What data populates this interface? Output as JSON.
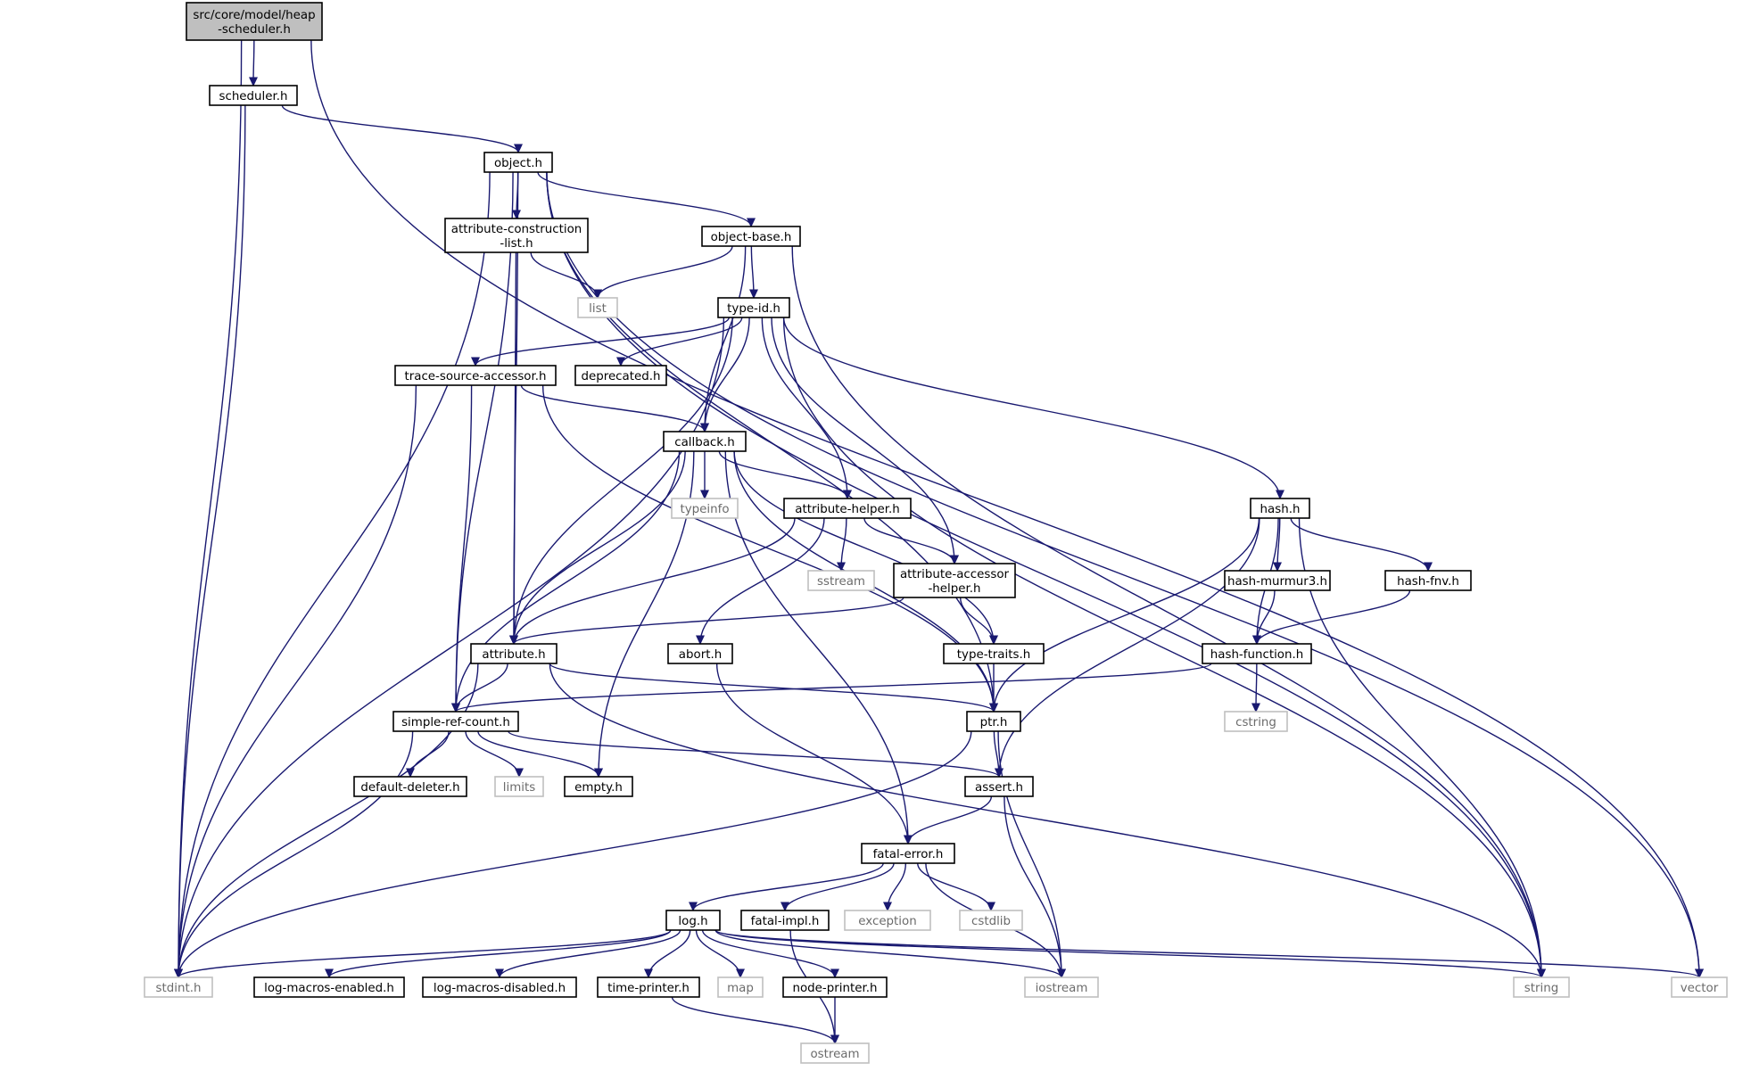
{
  "title": "src/core/model/heap-scheduler.h",
  "nodes": [
    {
      "id": "heap",
      "lines": [
        "src/core/model/heap",
        "-scheduler.h"
      ],
      "kind": "root"
    },
    {
      "id": "scheduler",
      "lines": [
        "scheduler.h"
      ],
      "kind": "normal"
    },
    {
      "id": "object",
      "lines": [
        "object.h"
      ],
      "kind": "normal"
    },
    {
      "id": "acl",
      "lines": [
        "attribute-construction",
        "-list.h"
      ],
      "kind": "normal"
    },
    {
      "id": "objectbase",
      "lines": [
        "object-base.h"
      ],
      "kind": "normal"
    },
    {
      "id": "list",
      "lines": [
        "list"
      ],
      "kind": "system"
    },
    {
      "id": "typeid",
      "lines": [
        "type-id.h"
      ],
      "kind": "normal"
    },
    {
      "id": "tsa",
      "lines": [
        "trace-source-accessor.h"
      ],
      "kind": "normal"
    },
    {
      "id": "deprecated",
      "lines": [
        "deprecated.h"
      ],
      "kind": "normal"
    },
    {
      "id": "callback",
      "lines": [
        "callback.h"
      ],
      "kind": "normal"
    },
    {
      "id": "typeinfo",
      "lines": [
        "typeinfo"
      ],
      "kind": "system"
    },
    {
      "id": "attrhelper",
      "lines": [
        "attribute-helper.h"
      ],
      "kind": "normal"
    },
    {
      "id": "hash",
      "lines": [
        "hash.h"
      ],
      "kind": "normal"
    },
    {
      "id": "sstream",
      "lines": [
        "sstream"
      ],
      "kind": "system"
    },
    {
      "id": "aah",
      "lines": [
        "attribute-accessor",
        "-helper.h"
      ],
      "kind": "normal"
    },
    {
      "id": "murmur",
      "lines": [
        "hash-murmur3.h"
      ],
      "kind": "normal"
    },
    {
      "id": "fnv",
      "lines": [
        "hash-fnv.h"
      ],
      "kind": "normal"
    },
    {
      "id": "attribute",
      "lines": [
        "attribute.h"
      ],
      "kind": "normal"
    },
    {
      "id": "abort",
      "lines": [
        "abort.h"
      ],
      "kind": "normal"
    },
    {
      "id": "typetraits",
      "lines": [
        "type-traits.h"
      ],
      "kind": "normal"
    },
    {
      "id": "hashfunction",
      "lines": [
        "hash-function.h"
      ],
      "kind": "normal"
    },
    {
      "id": "src",
      "lines": [
        "simple-ref-count.h"
      ],
      "kind": "normal"
    },
    {
      "id": "ptr",
      "lines": [
        "ptr.h"
      ],
      "kind": "normal"
    },
    {
      "id": "cstring",
      "lines": [
        "cstring"
      ],
      "kind": "system"
    },
    {
      "id": "dd",
      "lines": [
        "default-deleter.h"
      ],
      "kind": "normal"
    },
    {
      "id": "limits",
      "lines": [
        "limits"
      ],
      "kind": "system"
    },
    {
      "id": "empty",
      "lines": [
        "empty.h"
      ],
      "kind": "normal"
    },
    {
      "id": "assert",
      "lines": [
        "assert.h"
      ],
      "kind": "normal"
    },
    {
      "id": "fatalerror",
      "lines": [
        "fatal-error.h"
      ],
      "kind": "normal"
    },
    {
      "id": "log",
      "lines": [
        "log.h"
      ],
      "kind": "normal"
    },
    {
      "id": "fatalimpl",
      "lines": [
        "fatal-impl.h"
      ],
      "kind": "normal"
    },
    {
      "id": "exception",
      "lines": [
        "exception"
      ],
      "kind": "system"
    },
    {
      "id": "cstdlib",
      "lines": [
        "cstdlib"
      ],
      "kind": "system"
    },
    {
      "id": "stdint",
      "lines": [
        "stdint.h"
      ],
      "kind": "system"
    },
    {
      "id": "lme",
      "lines": [
        "log-macros-enabled.h"
      ],
      "kind": "normal"
    },
    {
      "id": "lmd",
      "lines": [
        "log-macros-disabled.h"
      ],
      "kind": "normal"
    },
    {
      "id": "timeprinter",
      "lines": [
        "time-printer.h"
      ],
      "kind": "normal"
    },
    {
      "id": "map",
      "lines": [
        "map"
      ],
      "kind": "system"
    },
    {
      "id": "nodeprinter",
      "lines": [
        "node-printer.h"
      ],
      "kind": "normal"
    },
    {
      "id": "iostream",
      "lines": [
        "iostream"
      ],
      "kind": "system"
    },
    {
      "id": "string",
      "lines": [
        "string"
      ],
      "kind": "system"
    },
    {
      "id": "vector",
      "lines": [
        "vector"
      ],
      "kind": "system"
    },
    {
      "id": "ostream",
      "lines": [
        "ostream"
      ],
      "kind": "system"
    }
  ],
  "edges": [
    [
      "heap",
      "scheduler"
    ],
    [
      "heap",
      "stdint"
    ],
    [
      "heap",
      "vector"
    ],
    [
      "scheduler",
      "object"
    ],
    [
      "scheduler",
      "stdint"
    ],
    [
      "object",
      "acl"
    ],
    [
      "object",
      "objectbase"
    ],
    [
      "object",
      "attribute"
    ],
    [
      "object",
      "src"
    ],
    [
      "object",
      "ptr"
    ],
    [
      "object",
      "stdint"
    ],
    [
      "object",
      "string"
    ],
    [
      "object",
      "vector"
    ],
    [
      "acl",
      "list"
    ],
    [
      "acl",
      "attribute"
    ],
    [
      "objectbase",
      "list"
    ],
    [
      "objectbase",
      "typeid"
    ],
    [
      "objectbase",
      "callback"
    ],
    [
      "objectbase",
      "string"
    ],
    [
      "typeid",
      "tsa"
    ],
    [
      "typeid",
      "deprecated"
    ],
    [
      "typeid",
      "callback"
    ],
    [
      "typeid",
      "attrhelper"
    ],
    [
      "typeid",
      "aah"
    ],
    [
      "typeid",
      "attribute"
    ],
    [
      "typeid",
      "hash"
    ],
    [
      "typeid",
      "stdint"
    ],
    [
      "typeid",
      "string"
    ],
    [
      "tsa",
      "callback"
    ],
    [
      "tsa",
      "src"
    ],
    [
      "tsa",
      "ptr"
    ],
    [
      "tsa",
      "stdint"
    ],
    [
      "callback",
      "typeinfo"
    ],
    [
      "callback",
      "attrhelper"
    ],
    [
      "callback",
      "typetraits"
    ],
    [
      "callback",
      "attribute"
    ],
    [
      "callback",
      "src"
    ],
    [
      "callback",
      "ptr"
    ],
    [
      "callback",
      "empty"
    ],
    [
      "callback",
      "fatalerror"
    ],
    [
      "attrhelper",
      "sstream"
    ],
    [
      "attrhelper",
      "aah"
    ],
    [
      "attrhelper",
      "attribute"
    ],
    [
      "attrhelper",
      "abort"
    ],
    [
      "aah",
      "attribute"
    ],
    [
      "aah",
      "typetraits"
    ],
    [
      "hash",
      "murmur"
    ],
    [
      "hash",
      "fnv"
    ],
    [
      "hash",
      "hashfunction"
    ],
    [
      "hash",
      "ptr"
    ],
    [
      "hash",
      "assert"
    ],
    [
      "hash",
      "string"
    ],
    [
      "murmur",
      "hashfunction"
    ],
    [
      "fnv",
      "hashfunction"
    ],
    [
      "hashfunction",
      "cstring"
    ],
    [
      "hashfunction",
      "src"
    ],
    [
      "attribute",
      "src"
    ],
    [
      "attribute",
      "ptr"
    ],
    [
      "attribute",
      "stdint"
    ],
    [
      "attribute",
      "string"
    ],
    [
      "abort",
      "fatalerror"
    ],
    [
      "typetraits",
      "ptr"
    ],
    [
      "src",
      "dd"
    ],
    [
      "src",
      "limits"
    ],
    [
      "src",
      "empty"
    ],
    [
      "src",
      "assert"
    ],
    [
      "src",
      "stdint"
    ],
    [
      "ptr",
      "assert"
    ],
    [
      "ptr",
      "iostream"
    ],
    [
      "ptr",
      "stdint"
    ],
    [
      "assert",
      "fatalerror"
    ],
    [
      "assert",
      "iostream"
    ],
    [
      "fatalerror",
      "log"
    ],
    [
      "fatalerror",
      "fatalimpl"
    ],
    [
      "fatalerror",
      "exception"
    ],
    [
      "fatalerror",
      "cstdlib"
    ],
    [
      "fatalerror",
      "iostream"
    ],
    [
      "fatalimpl",
      "ostream"
    ],
    [
      "log",
      "stdint"
    ],
    [
      "log",
      "lme"
    ],
    [
      "log",
      "lmd"
    ],
    [
      "log",
      "timeprinter"
    ],
    [
      "log",
      "map"
    ],
    [
      "log",
      "nodeprinter"
    ],
    [
      "log",
      "iostream"
    ],
    [
      "log",
      "string"
    ],
    [
      "log",
      "vector"
    ],
    [
      "timeprinter",
      "ostream"
    ],
    [
      "nodeprinter",
      "ostream"
    ]
  ],
  "colors": {
    "edge": "#191970",
    "normal_border": "#000000",
    "system_border": "#bfbfbf",
    "root_fill": "#bfbfbf",
    "system_text": "#6b6b6b"
  }
}
